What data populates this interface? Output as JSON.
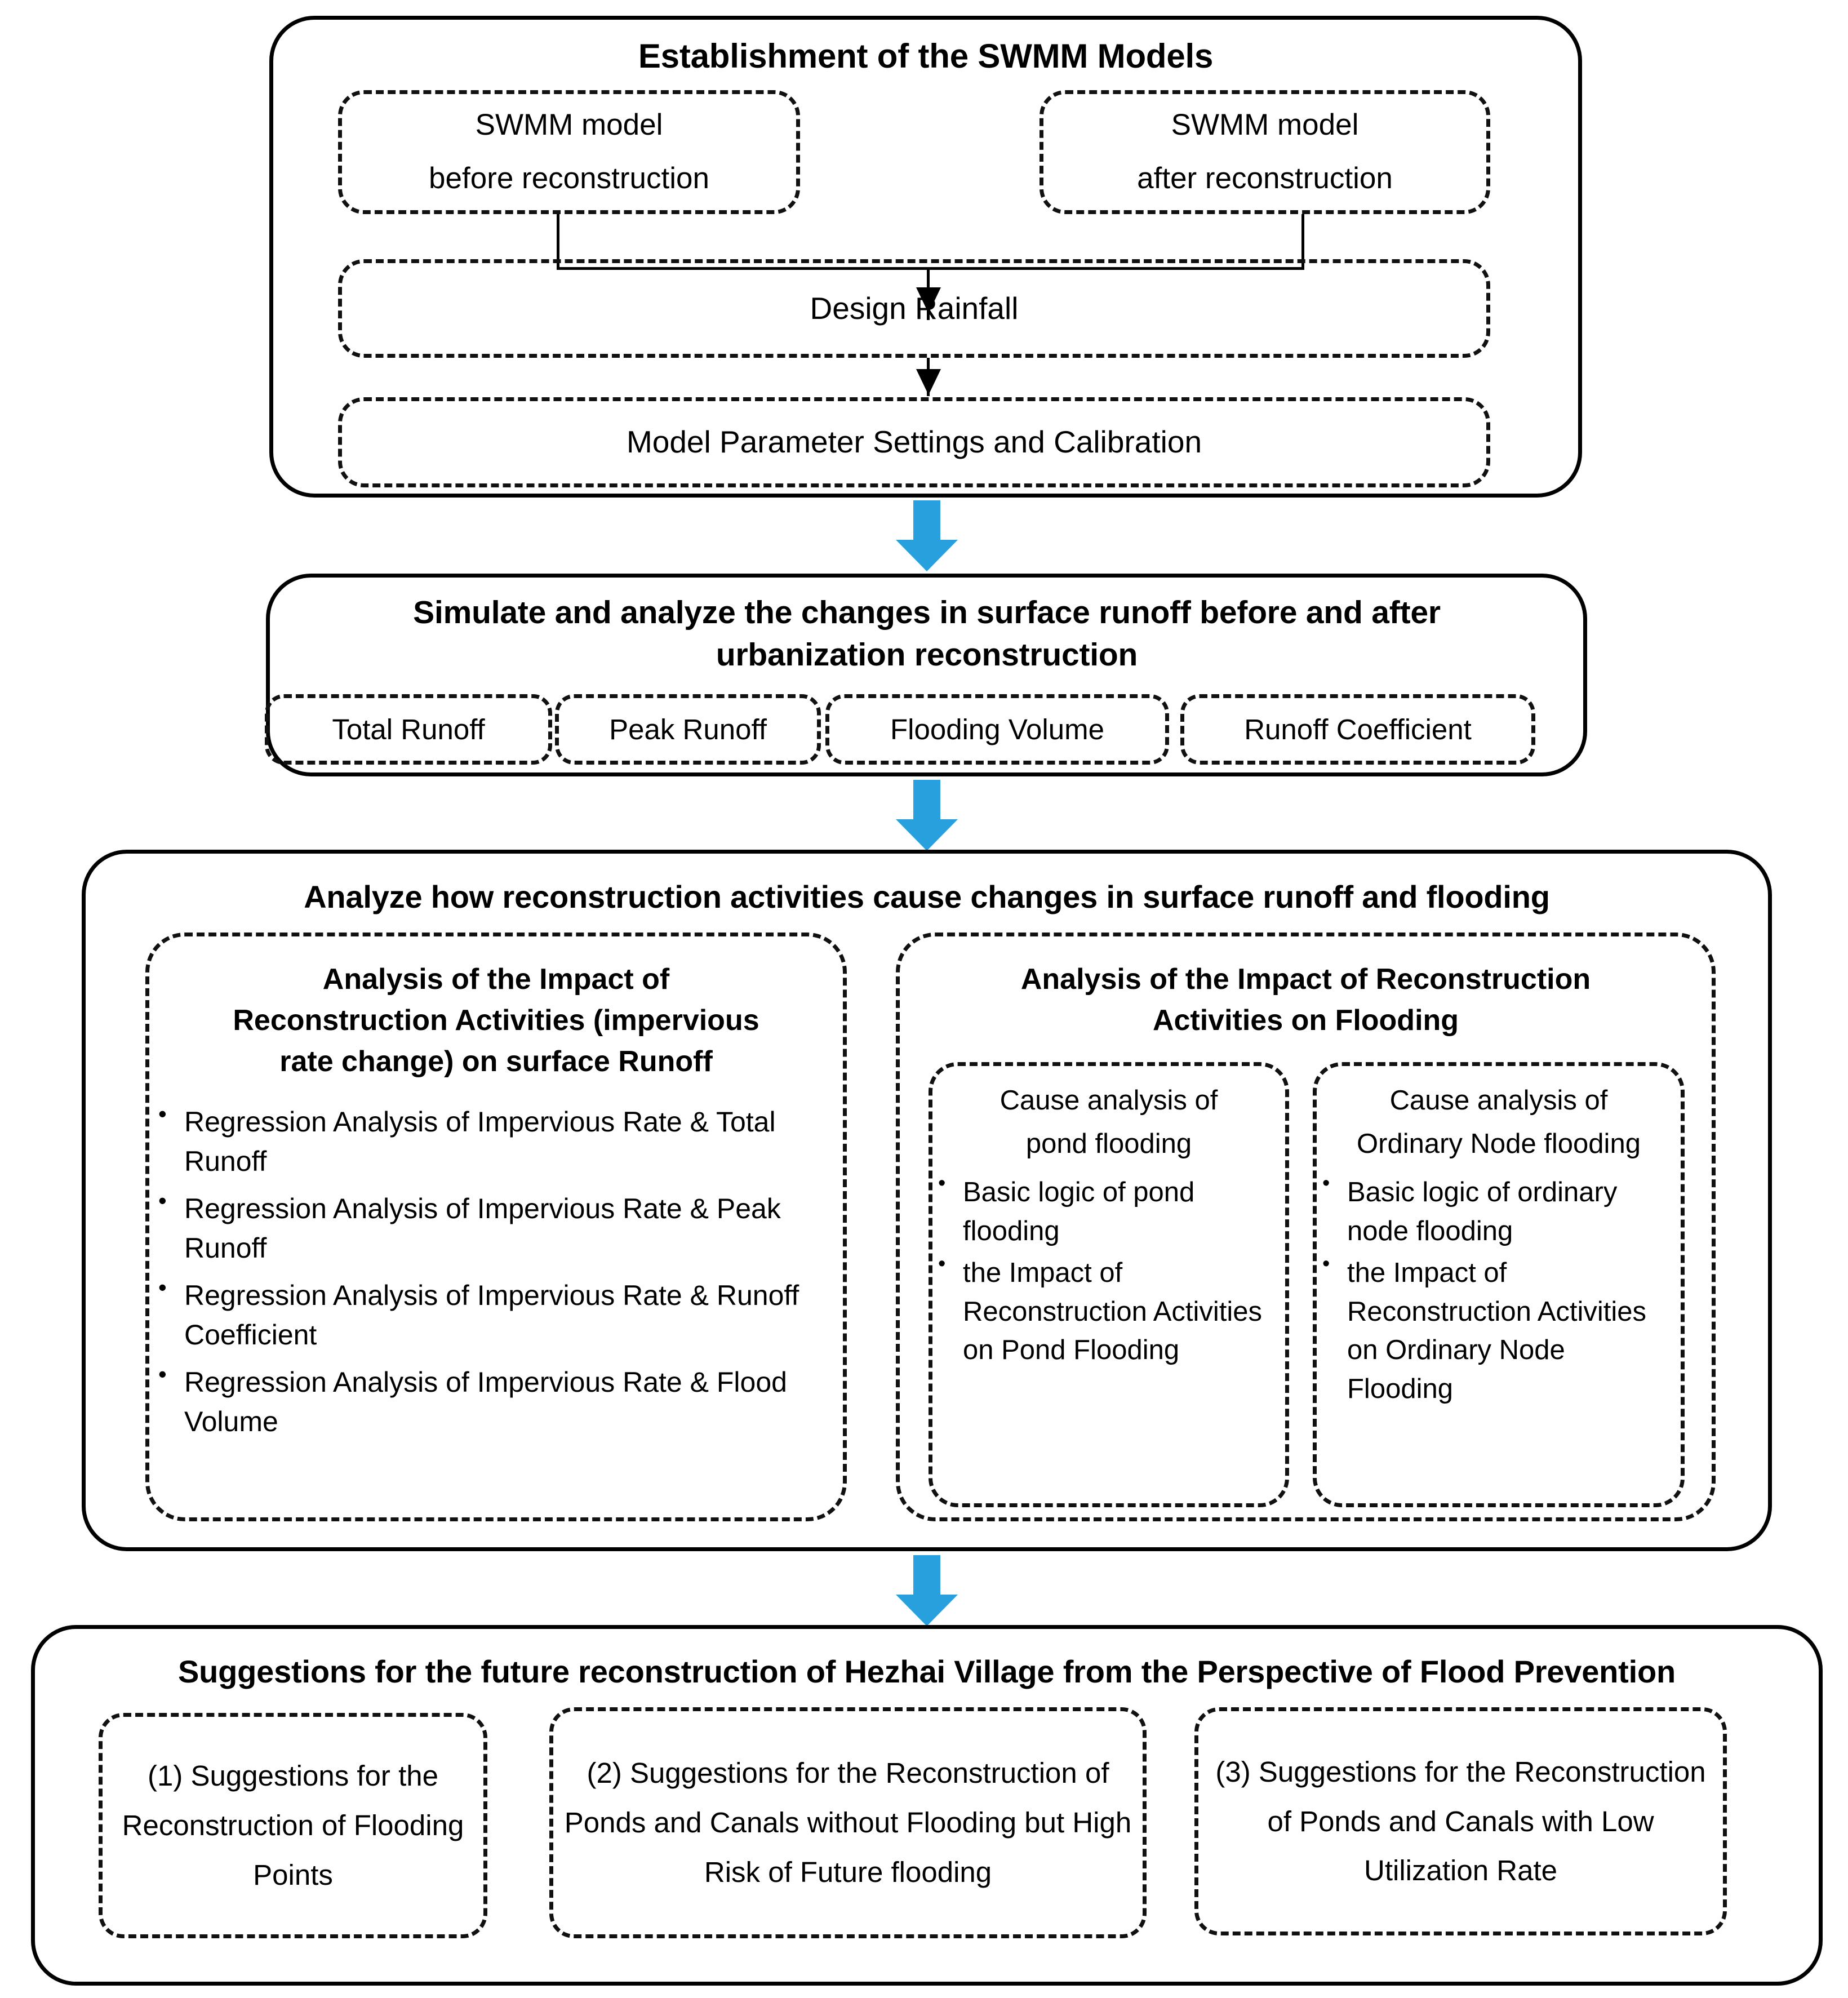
{
  "colors": {
    "accent_blue": "#27a0dd",
    "outline": "#000000",
    "background": "#ffffff"
  },
  "chart_data": {
    "type": "flowchart",
    "title": "Research framework flowchart for SWMM-based flood analysis of Hezhai Village",
    "orientation": "top-to-bottom",
    "stages": 4,
    "connector_color": "#27a0dd"
  },
  "stage1": {
    "title": "Establishment of the SWMM Models",
    "model_before": "SWMM model\nbefore reconstruction",
    "model_before_line1": "SWMM model",
    "model_before_line2": "before reconstruction",
    "model_after_line1": "SWMM model",
    "model_after_line2": "after reconstruction",
    "design_rainfall": "Design Rainfall",
    "model_parameters": "Model Parameter Settings and Calibration"
  },
  "stage2": {
    "title_line1": "Simulate and analyze the changes in surface runoff before and after",
    "title_line2": "urbanization reconstruction",
    "metrics": [
      "Total Runoff",
      "Peak Runoff",
      "Flooding Volume",
      "Runoff Coefficient"
    ]
  },
  "stage3": {
    "title": "Analyze how reconstruction activities cause changes in surface runoff and flooding",
    "left_panel": {
      "heading_line1": "Analysis of the Impact of",
      "heading_line2": "Reconstruction Activities (impervious",
      "heading_line3": "rate change) on surface Runoff",
      "bullets": [
        "Regression Analysis of Impervious Rate & Total Runoff",
        "Regression Analysis of Impervious Rate &  Peak Runoff",
        "Regression Analysis of Impervious Rate & Runoff Coefficient",
        "Regression Analysis of Impervious Rate &  Flood Volume"
      ]
    },
    "right_panel": {
      "heading_line1": "Analysis of the Impact of  Reconstruction",
      "heading_line2": "Activities on Flooding",
      "pond": {
        "heading_line1": "Cause analysis of",
        "heading_line2": "pond flooding",
        "bullets": [
          "Basic logic of pond flooding",
          "the Impact of Reconstruction Activities on Pond Flooding"
        ]
      },
      "node": {
        "heading_line1": "Cause analysis of",
        "heading_line2": "Ordinary Node flooding",
        "bullets": [
          "Basic logic of ordinary node flooding",
          "the Impact of Reconstruction Activities on Ordinary Node Flooding"
        ]
      }
    }
  },
  "stage4": {
    "title": "Suggestions for the future reconstruction of Hezhai Village from the Perspective of Flood Prevention",
    "suggestions": [
      "(1) Suggestions for the Reconstruction of Flooding Points",
      "(2) Suggestions for the Reconstruction of Ponds and Canals without Flooding but High Risk of Future flooding",
      "(3) Suggestions for the Reconstruction of Ponds and Canals with Low Utilization Rate"
    ]
  }
}
